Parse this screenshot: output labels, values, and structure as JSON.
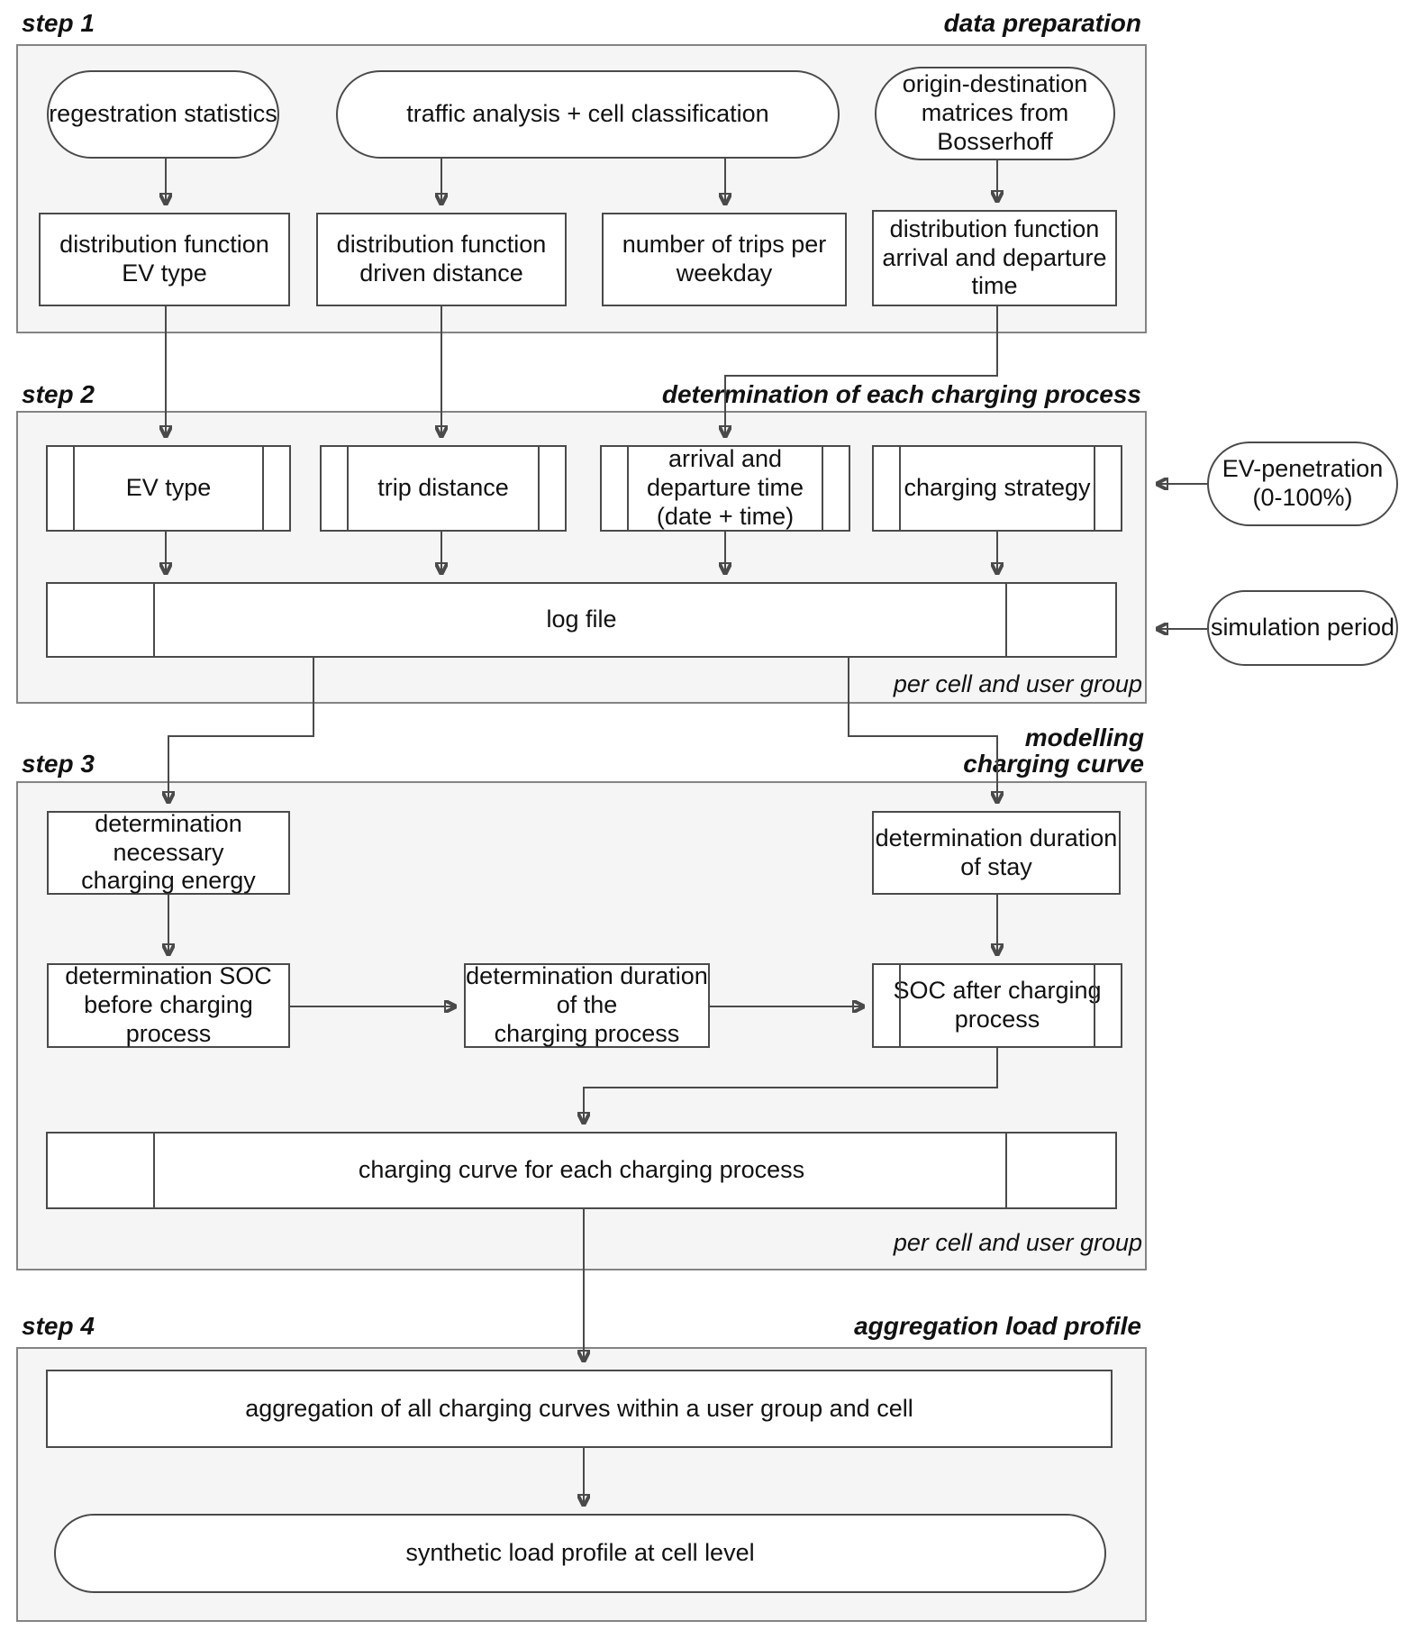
{
  "step1": {
    "label": "step 1",
    "title": "data preparation",
    "sources": [
      {
        "text": "regestration statistics"
      },
      {
        "text": "traffic analysis + cell classification"
      },
      {
        "text": "origin-destination\nmatrices from\nBosserhoff"
      }
    ],
    "outputs": [
      {
        "text": "distribution function\nEV type"
      },
      {
        "text": "distribution function\ndriven distance"
      },
      {
        "text": "number of trips per\nweekday"
      },
      {
        "text": "distribution function\narrival and departure\ntime"
      }
    ]
  },
  "step2": {
    "label": "step 2",
    "title": "determination of each charging process",
    "processes": [
      {
        "text": "EV type"
      },
      {
        "text": "trip distance"
      },
      {
        "text": "arrival and\ndeparture time\n(date + time)"
      },
      {
        "text": "charging strategy"
      }
    ],
    "log_file": {
      "text": "log file"
    },
    "note": "per cell and user group",
    "externals": [
      {
        "text": "EV-penetration\n(0-100%)"
      },
      {
        "text": "simulation period"
      }
    ]
  },
  "step3": {
    "label": "step 3",
    "title_line1": "modelling",
    "title_line2": "charging curve",
    "boxes": {
      "necessary_energy": {
        "text": "determination necessary\ncharging energy"
      },
      "duration_stay": {
        "text": "determination duration\nof stay"
      },
      "soc_before": {
        "text": "determination SOC\nbefore charging process"
      },
      "duration_charging": {
        "text": "determination duration\nof the\ncharging process"
      },
      "soc_after": {
        "text": "SOC after charging\nprocess"
      },
      "charging_curve": {
        "text": "charging curve for each charging process"
      }
    },
    "note": "per cell and user group"
  },
  "step4": {
    "label": "step 4",
    "title": "aggregation load profile",
    "aggregation": {
      "text": "aggregation of all charging curves within a user group and cell"
    },
    "result": {
      "text": "synthetic load profile at cell level"
    }
  },
  "colors": {
    "container_fill": "#f5f5f5",
    "container_border": "#848484",
    "node_border": "#4a4a4a",
    "text": "#111111"
  }
}
